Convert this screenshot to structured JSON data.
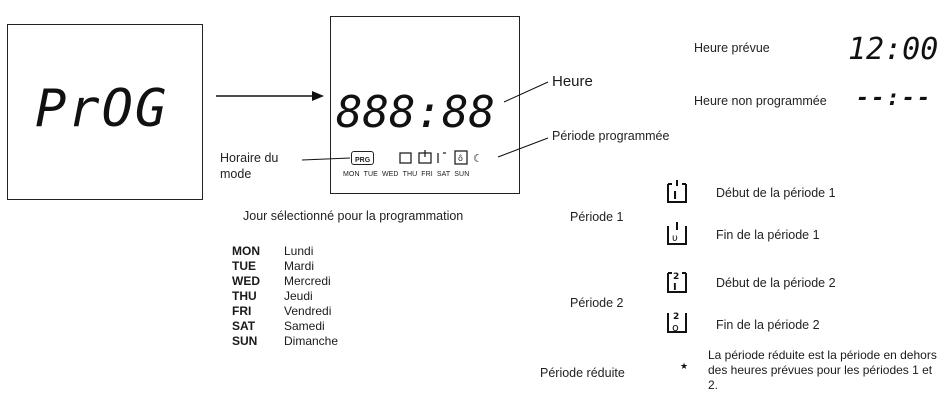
{
  "left_display": {
    "text": "PrOG"
  },
  "center_display": {
    "digits": "888:88",
    "prg_badge": "PRG",
    "days": [
      "MON",
      "TUE",
      "WED",
      "THU",
      "FRI",
      "SAT",
      "SUN"
    ]
  },
  "labels": {
    "heure": "Heure",
    "periode_programmee": "Période programmée",
    "horaire_du_mode": "Horaire du mode",
    "jour_selectionne": "Jour sélectionné pour la programmation"
  },
  "day_legend": [
    {
      "abbr": "MON",
      "name": "Lundi"
    },
    {
      "abbr": "TUE",
      "name": "Mardi"
    },
    {
      "abbr": "WED",
      "name": "Mercredi"
    },
    {
      "abbr": "THU",
      "name": "Jeudi"
    },
    {
      "abbr": "FRI",
      "name": "Vendredi"
    },
    {
      "abbr": "SAT",
      "name": "Samedi"
    },
    {
      "abbr": "SUN",
      "name": "Dimanche"
    }
  ],
  "right_panel": {
    "heure_prevue_label": "Heure prévue",
    "heure_prevue_value": "12:00",
    "heure_non_programmee_label": "Heure non programmée",
    "heure_non_programmee_value": "--:--",
    "periode1_label": "Période 1",
    "periode2_label": "Période 2",
    "periode_reduite_label": "Période réduite",
    "debut_p1": "Début de la période 1",
    "fin_p1": "Fin de la période 1",
    "debut_p2": "Début de la période 2",
    "fin_p2": "Fin de la période 2",
    "reduite_desc": "La période réduite est la période en dehors des heures prévues pour les périodes 1 et 2."
  },
  "icons": {
    "arrow": "right-arrow-icon",
    "period1_start": "period1-start-icon",
    "period1_end": "period1-end-icon",
    "period2_start": "period2-start-icon",
    "period2_end": "period2-end-icon",
    "moon": "moon-star-icon"
  }
}
